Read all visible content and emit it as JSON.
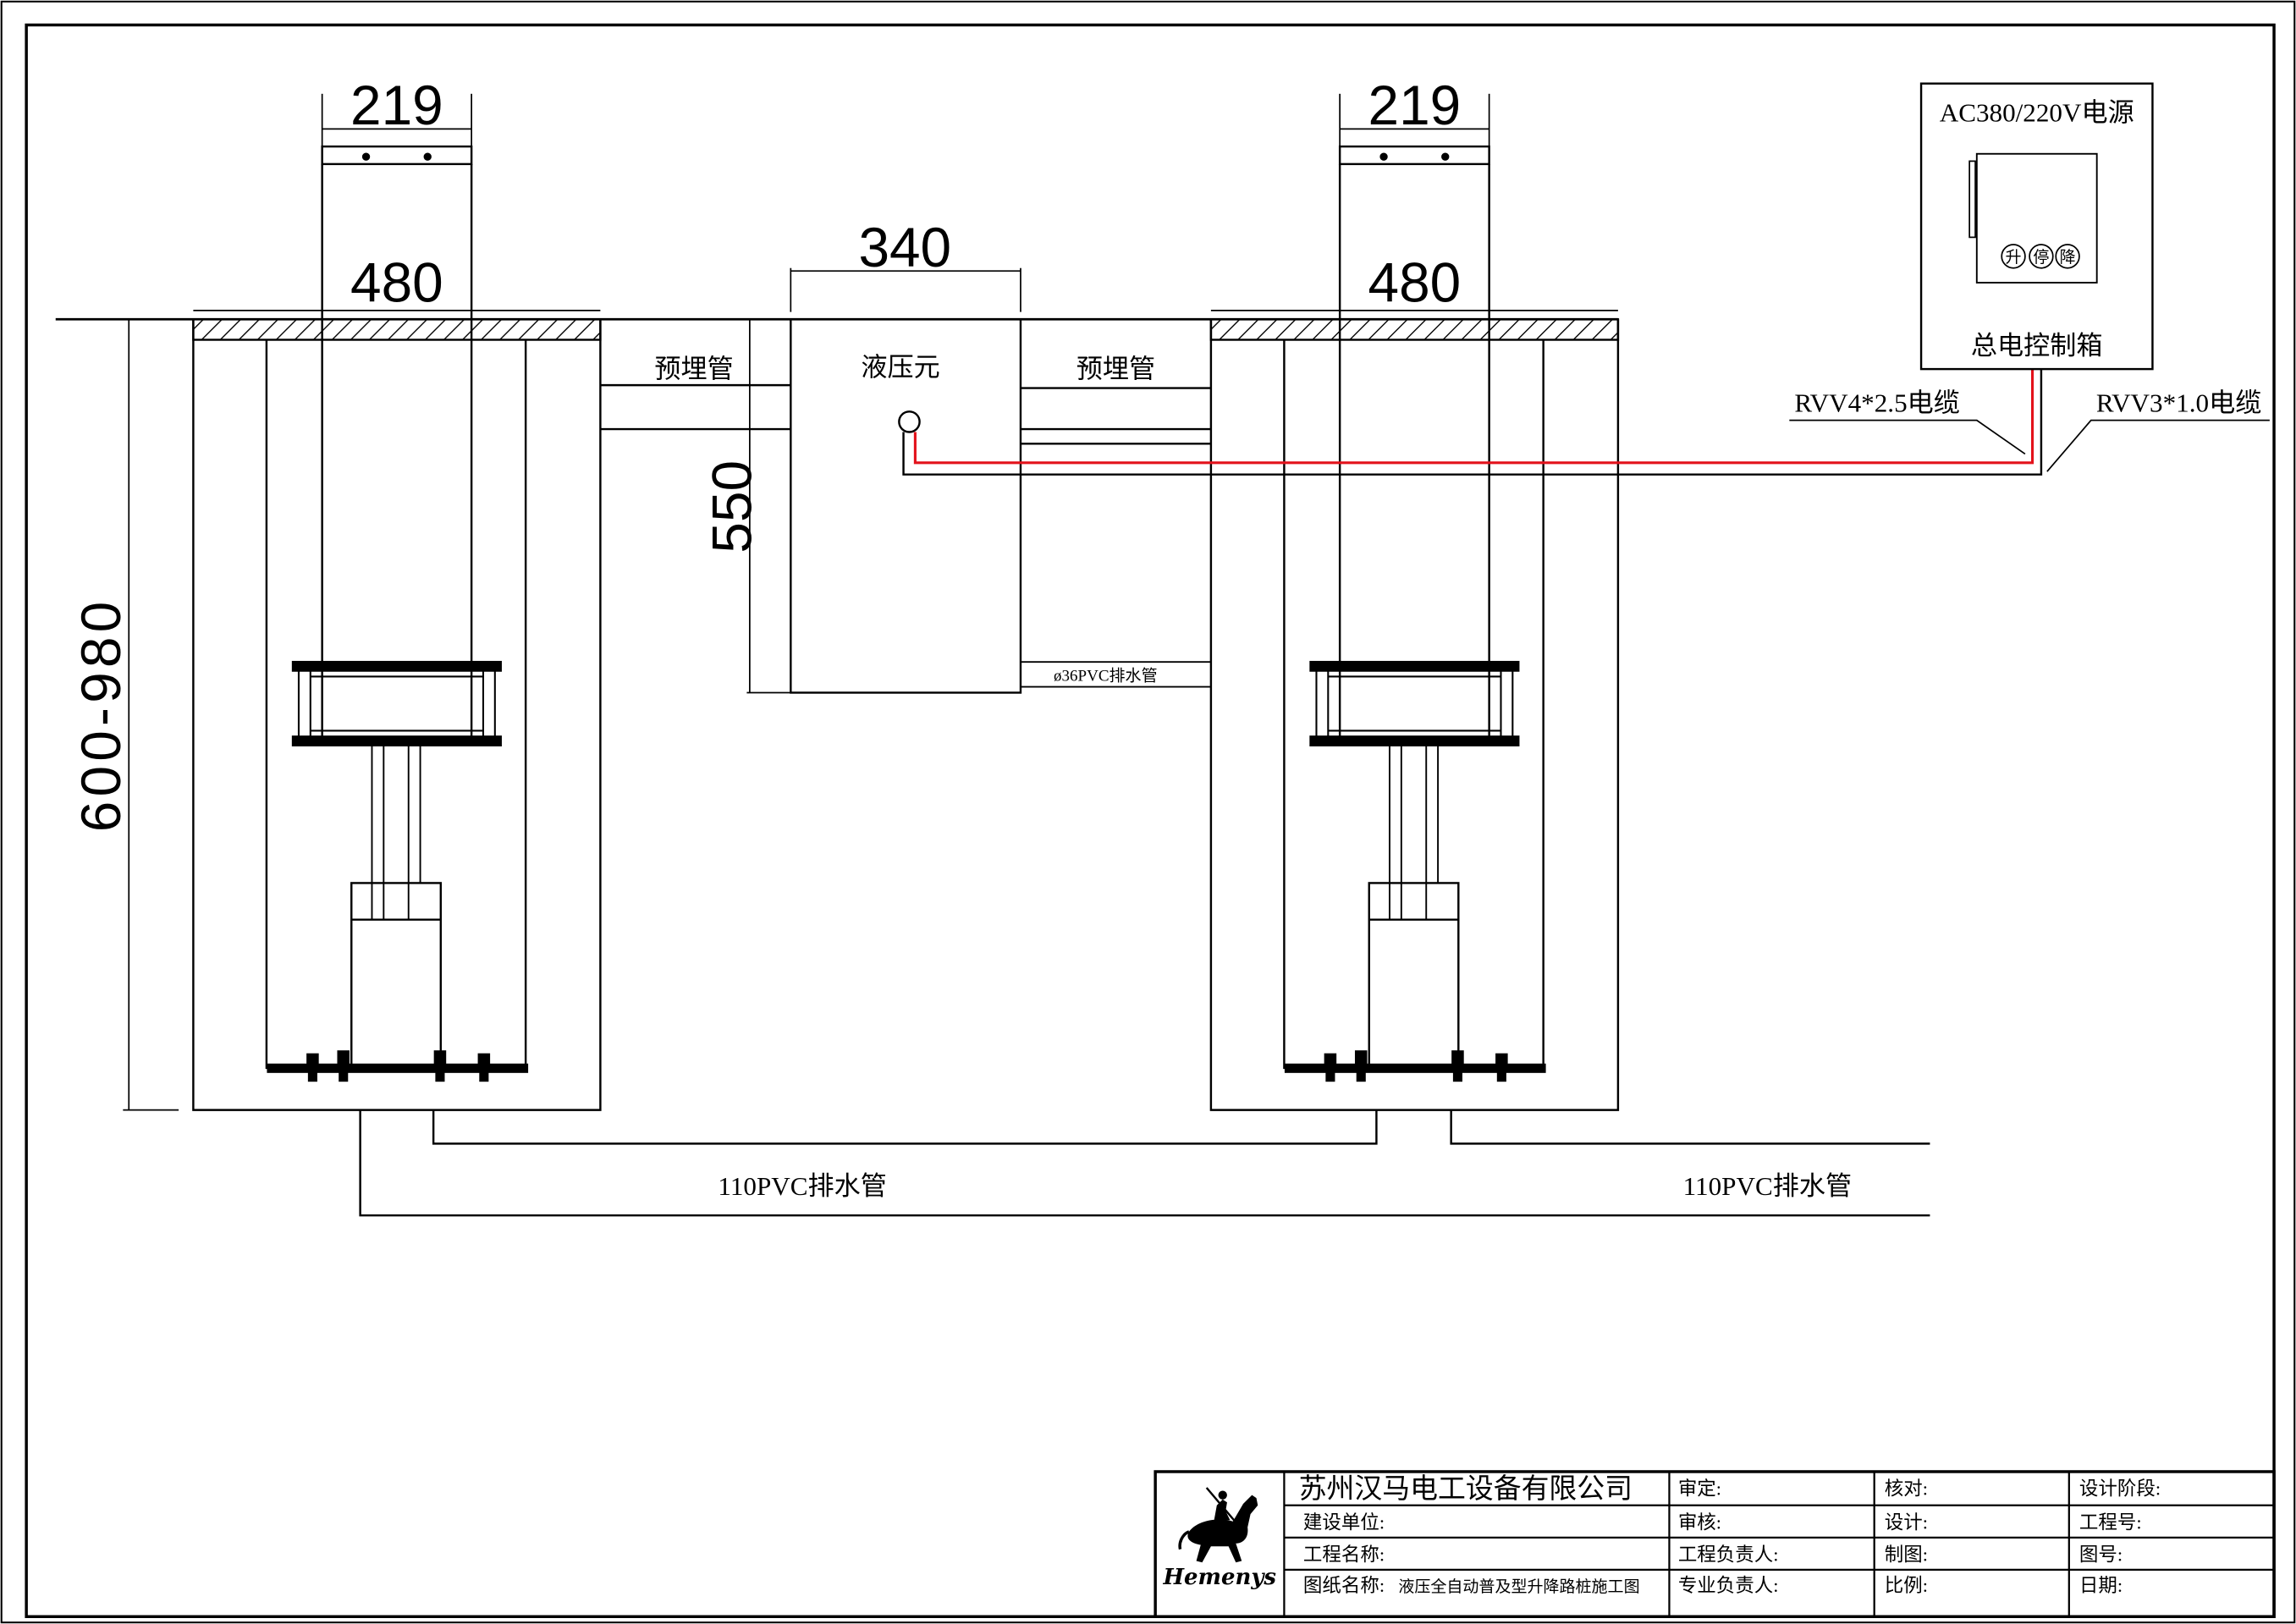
{
  "left_bollard": {
    "top_dim": "219",
    "pit_dim": "480"
  },
  "right_bollard": {
    "top_dim": "219",
    "pit_dim": "480"
  },
  "pit_depth_dim": "600-980",
  "hydraulic_unit": {
    "label": "液压元",
    "width_dim": "340",
    "height_dim": "550"
  },
  "embedded_pipe": {
    "left": "预埋管",
    "right": "预埋管"
  },
  "small_drain": "ø36PVC排水管",
  "main_drain": {
    "left": "110PVC排水管",
    "right": "110PVC排水管"
  },
  "cables": {
    "power": "RVV4*2.5电缆",
    "control": "RVV3*1.0电缆"
  },
  "control_box": {
    "power_supply": "AC380/220V电源",
    "buttons": [
      "升",
      "停",
      "降"
    ],
    "label": "总电控制箱"
  },
  "title_block": {
    "logo_icon": "horse-rider-icon",
    "logo_text": "Hemenys",
    "company": "苏州汉马电工设备有限公司",
    "labels": {
      "approved": "审定:",
      "checked": "核对:",
      "design_stage": "设计阶段:",
      "client": "建设单位:",
      "reviewed": "审核:",
      "designed": "设计:",
      "project_no": "工程号:",
      "project_name": "工程名称:",
      "project_lead": "工程负责人:",
      "drawn": "制图:",
      "drawing_no": "图号:",
      "drawing_name": "图纸名称:",
      "discipline_lead": "专业负责人:",
      "scale": "比例:",
      "date": "日期:"
    },
    "drawing_name_value": "液压全自动普及型升降路桩施工图"
  },
  "colors": {
    "line": "#000000",
    "cable": "#e3121b",
    "paper": "#ffffff"
  }
}
